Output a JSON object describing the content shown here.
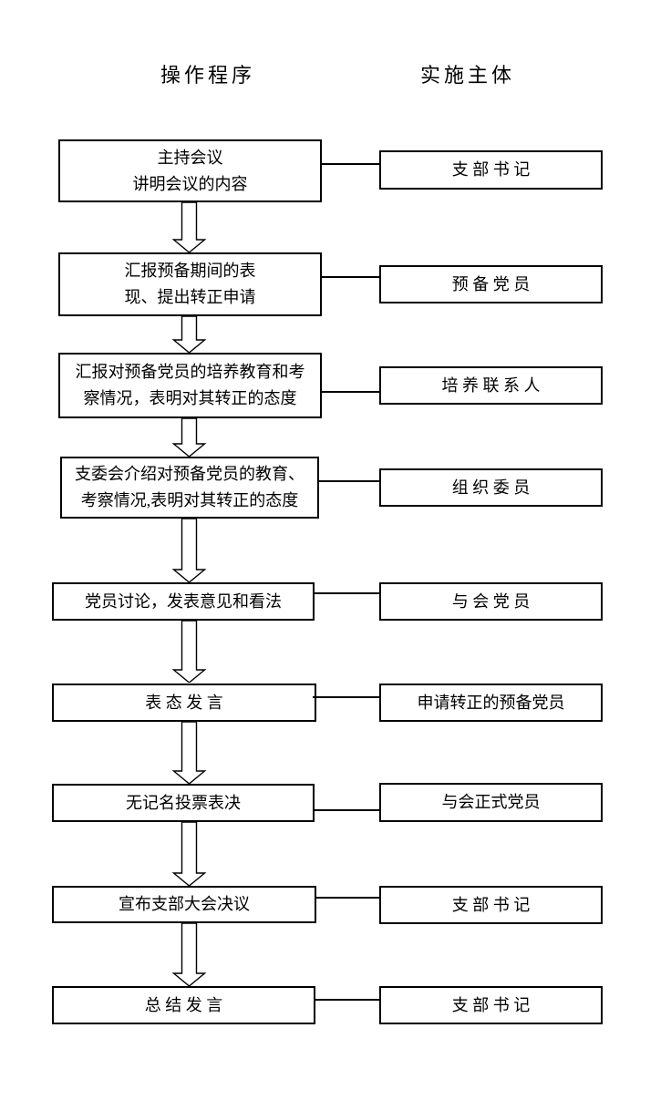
{
  "document": {
    "left_column_header": "操作程序",
    "right_column_header": "实施主体"
  },
  "flow": {
    "rows": [
      {
        "step": [
          "主持会议",
          "讲明会议的内容"
        ],
        "actor": "支 部 书 记"
      },
      {
        "step": [
          "汇报预备期间的表",
          "现、提出转正申请"
        ],
        "actor": "预 备 党 员"
      },
      {
        "step": [
          "汇报对预备党员的培养教育和考",
          "察情况，表明对其转正的态度"
        ],
        "actor": "培 养 联 系 人"
      },
      {
        "step": [
          "支委会介绍对预备党员的教育、",
          "考察情况,表明对其转正的态度"
        ],
        "actor": "组 织 委 员"
      },
      {
        "step": [
          "党员讨论，发表意见和看法"
        ],
        "actor": "与 会 党 员"
      },
      {
        "step": [
          "表 态 发 言"
        ],
        "actor": "申请转正的预备党员"
      },
      {
        "step": [
          "无记名投票表决"
        ],
        "actor": "与会正式党员"
      },
      {
        "step": [
          "宣布支部大会决议"
        ],
        "actor": "支 部 书 记"
      },
      {
        "step": [
          "总 结 发 言"
        ],
        "actor": "支 部 书 记"
      }
    ]
  },
  "colors": {
    "line": "#000000",
    "text": "#000000",
    "background": "#ffffff"
  }
}
